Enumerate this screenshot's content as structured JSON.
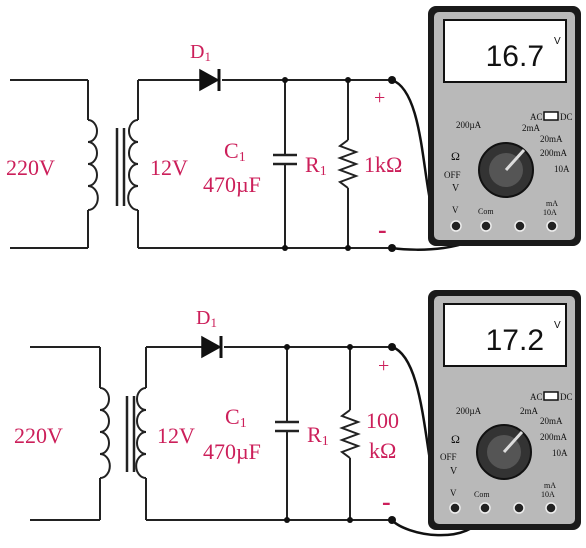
{
  "circuits": [
    {
      "source_voltage": "220V",
      "secondary_voltage": "12V",
      "diode": {
        "letter": "D",
        "sub": "1"
      },
      "capacitor": {
        "letter": "C",
        "sub": "1",
        "value": "470µF"
      },
      "resistor": {
        "letter": "R",
        "sub": "1",
        "value_line1": "1kΩ",
        "value_line2": ""
      },
      "polarity_plus": "+",
      "polarity_minus": "-",
      "meter": {
        "reading": "16.7",
        "unit": "V",
        "ac_label": "AC",
        "dc_label": "DC",
        "dial_labels": {
          "a200u": "200µA",
          "a2m": "2mA",
          "a20m": "20mA",
          "a200m": "200mA",
          "a10": "10A",
          "ohm": "Ω",
          "off": "OFF",
          "v": "V"
        },
        "jacks": {
          "v": "V",
          "com": "Com",
          "ma": "mA",
          "a10": "10A"
        }
      }
    },
    {
      "source_voltage": "220V",
      "secondary_voltage": "12V",
      "diode": {
        "letter": "D",
        "sub": "1"
      },
      "capacitor": {
        "letter": "C",
        "sub": "1",
        "value": "470µF"
      },
      "resistor": {
        "letter": "R",
        "sub": "1",
        "value_line1": "100",
        "value_line2": "kΩ"
      },
      "polarity_plus": "+",
      "polarity_minus": "-",
      "meter": {
        "reading": "17.2",
        "unit": "V",
        "ac_label": "AC",
        "dc_label": "DC",
        "dial_labels": {
          "a200u": "200µA",
          "a2m": "2mA",
          "a20m": "20mA",
          "a200m": "200mA",
          "a10": "10A",
          "ohm": "Ω",
          "off": "OFF",
          "v": "V"
        },
        "jacks": {
          "v": "V",
          "com": "Com",
          "ma": "mA",
          "a10": "10A"
        }
      }
    }
  ],
  "colors": {
    "label": "#cc1f5a",
    "wire": "#222222",
    "meter_body": "#1a1a1a",
    "meter_face": "#b9b9b9",
    "lcd": "#ffffff"
  }
}
